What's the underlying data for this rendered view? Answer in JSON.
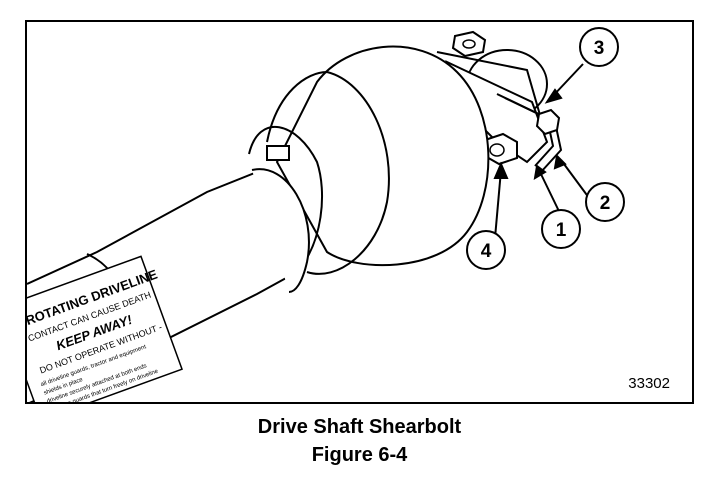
{
  "figure": {
    "number_label": "33302",
    "callouts": [
      "1",
      "2",
      "3",
      "4"
    ],
    "decal_lines": [
      "ROTATING DRIVELINE",
      "CONTACT CAN CAUSE DEATH",
      "KEEP AWAY!",
      "DO NOT OPERATE WITHOUT -"
    ],
    "decal_small_lines": [
      "all driveline guards, tractor and equipment",
      "shields in place",
      "driveline securely attached at both ends",
      "driveline guards that turn freely on driveline"
    ]
  },
  "caption": {
    "title": "Drive Shaft Shearbolt",
    "figure_label": "Figure 6-4"
  }
}
